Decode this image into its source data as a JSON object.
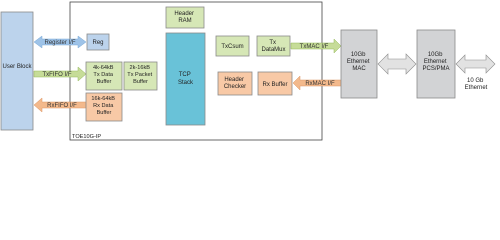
{
  "colors": {
    "blue_box": "#bcd3ec",
    "green_box": "#d6e7b6",
    "orange_box": "#f8c9a6",
    "teal_box": "#69c2d8",
    "grey_box": "#d2d3d5",
    "blue_arrow": "#9ec3e8",
    "green_arrow": "#c6dc98",
    "orange_arrow": "#f3b98c",
    "grey_arrow": "#e2e2e2"
  },
  "blocks": {
    "user_block": "User Block",
    "reg": "Reg",
    "tx_data_buffer": [
      "4k-64kB",
      "Tx Data",
      "Buffer"
    ],
    "tx_packet_buffer": [
      "2k-16kB",
      "Tx Packet",
      "Buffer"
    ],
    "rx_data_buffer": [
      "16k-64kB",
      "Rx Data",
      "Buffer"
    ],
    "header_ram": [
      "Header",
      "RAM"
    ],
    "tcp_stack": [
      "TCP",
      "Stack"
    ],
    "txcsum": "TxCsum",
    "tx_datamux": [
      "Tx",
      "DataMux"
    ],
    "header_checker": [
      "Header",
      "Checker"
    ],
    "rx_buffer": "Rx Buffer",
    "mac": [
      "10Gb",
      "Ethernet",
      "MAC"
    ],
    "pcs_pma": [
      "10Gb",
      "Ethernet",
      "PCS/PMA"
    ],
    "sfp": [
      "10 Gb",
      "Ethernet"
    ],
    "toe_label": "TOE10G-IP"
  },
  "interfaces": {
    "register_if": "Register I/F",
    "txfifo_if": "TxFIFO I/F",
    "rxfifo_if": "RxFIFO I/F",
    "txmac_if": "TxMAC I/F",
    "rxmac_if": "RxMAC I/F"
  }
}
